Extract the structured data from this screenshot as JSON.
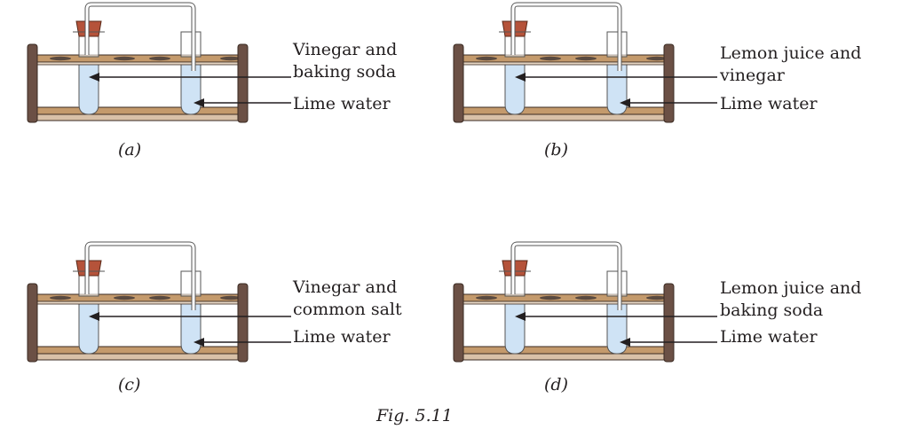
{
  "figure": {
    "caption": "Fig. 5.11",
    "colors": {
      "rack_wood": "#c49a6c",
      "rack_post": "#6b5045",
      "rack_outline": "#3a2a22",
      "cork": "#b5533a",
      "liquid": "#cfe3f5",
      "line": "#231f20"
    },
    "panels": [
      {
        "id": "a",
        "caption": "(a)",
        "reactant_label": [
          "Vinegar and",
          "baking soda"
        ],
        "limewater_label": "Lime water"
      },
      {
        "id": "b",
        "caption": "(b)",
        "reactant_label": [
          "Lemon juice and",
          "vinegar"
        ],
        "limewater_label": "Lime water"
      },
      {
        "id": "c",
        "caption": "(c)",
        "reactant_label": [
          "Vinegar and",
          "common salt"
        ],
        "limewater_label": "Lime water"
      },
      {
        "id": "d",
        "caption": "(d)",
        "reactant_label": [
          "Lemon juice and",
          "baking soda"
        ],
        "limewater_label": "Lime water"
      }
    ]
  }
}
